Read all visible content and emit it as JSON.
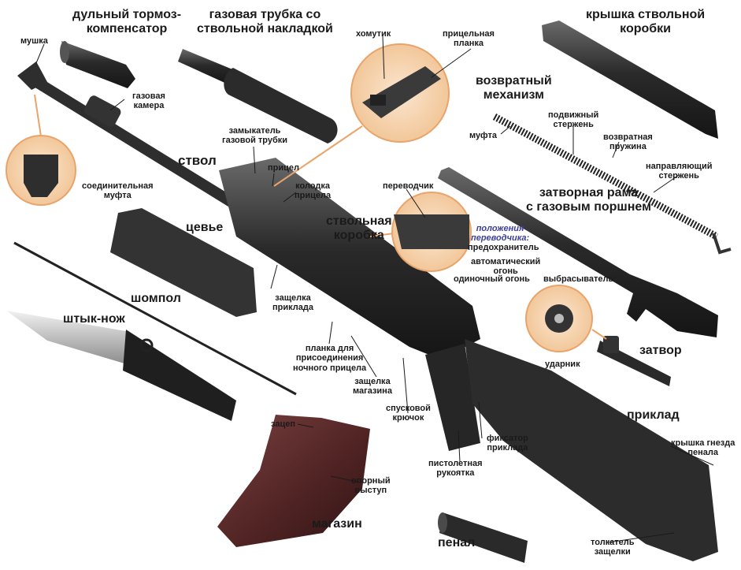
{
  "labels": {
    "dulniy_tormoz": "дульный тормоз-\nкомпенсатор",
    "gazovaya_trubka": "газовая трубка со\nствольной накладкой",
    "kryshka_stvolnoy": "крышка ствольной\nкоробки",
    "mushka": "мушка",
    "homutik": "хомутик",
    "pritselnaya_planka": "прицельная\nпланка",
    "vozvratniy_mehanizm": "возвратный\nмеханизм",
    "gazovaya_kamera": "газовая\nкамера",
    "podvizhniy_sterzhen": "подвижный\nстержень",
    "mufta": "муфта",
    "vozvratnaya_pruzhina": "возвратная\nпружина",
    "zamykatel": "замыкатель\nгазовой трубки",
    "stvol": "ствол",
    "pritsel": "прицел",
    "napravlyayushiy": "направляющий\nстержень",
    "soedinitelnaya_mufta": "соединительная\nмуфта",
    "kolodka_pritsela": "колодка\nприцела",
    "perevodchik": "переводчик",
    "zatvornaya_rama": "затворная рама\nс газовым поршнем",
    "tsevye": "цевье",
    "stvolnaya_korobka": "ствольная\nкоробка",
    "polozheniya": "положения\nпереводчика:",
    "predohranitel": "предохранитель",
    "avtomaticheskiy": "автоматический\nогонь",
    "odinochniy": "одиночный огонь",
    "vybrasyvatel": "выбрасыватель",
    "shompol": "шомпол",
    "zashelka_priklada": "защелка\nприклада",
    "shtyk_nozh": "штык-нож",
    "planka_nochnogo": "планка для\nприсоединения\nночного прицела",
    "zatvor": "затвор",
    "udarnik": "ударник",
    "zashelka_magazina": "защелка\nмагазина",
    "spuskovoy": "спусковой\nкрючок",
    "priklad": "приклад",
    "zatsep": "зацеп",
    "fiksator": "фиксатор\nприклада",
    "kryshka_gnezda": "крышка гнезда\nпенала",
    "pistoletnaya": "пистолетная\nрукоятка",
    "oporniy": "опорный\nвыступ",
    "magazin": "магазин",
    "penal": "пенал",
    "tolkatel": "толкатель\nзащелки"
  },
  "colors": {
    "metal_dark": "#2b2b2b",
    "metal_mid": "#4a4a4a",
    "polymer": "#3a3a3a",
    "magazine": "#5a2a2a",
    "callout_bg": "#f7d9b8",
    "callout_line": "#e8a46a",
    "blue_text": "#3b3f9a"
  }
}
